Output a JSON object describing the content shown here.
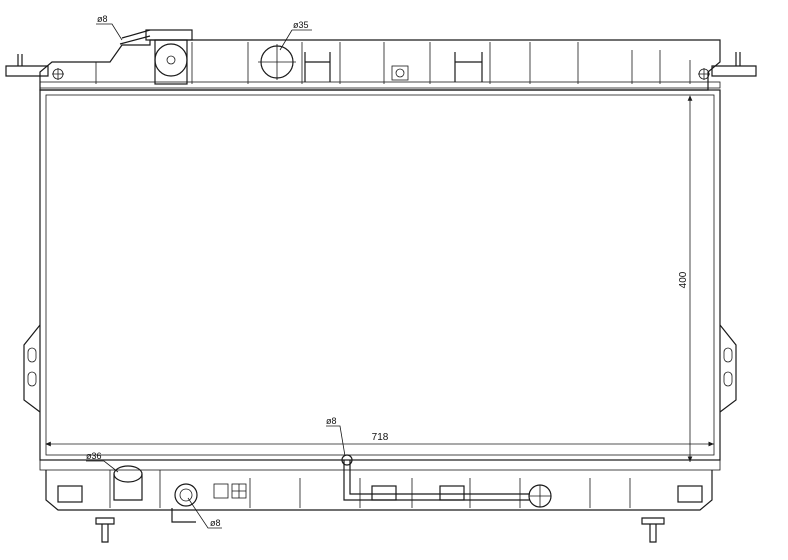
{
  "drawing": {
    "width_dimension": "718",
    "height_dimension": "400"
  },
  "callouts": {
    "filler_neck_pipe": "ø8",
    "top_hose_neck": "ø35",
    "bottom_hose_neck": "ø36",
    "lower_pipe_tag": "ø8",
    "drain_fitting": "ø8"
  },
  "colors": {
    "line": "#1a1a1a",
    "background": "#ffffff"
  }
}
